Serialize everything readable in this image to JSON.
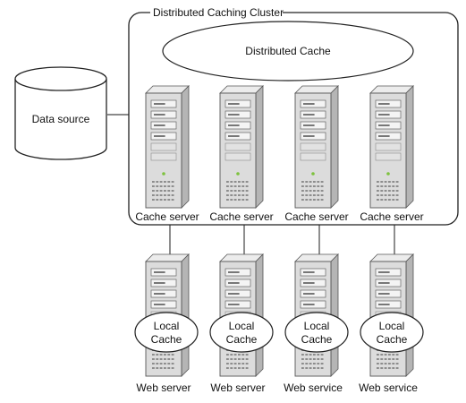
{
  "diagram": {
    "cluster_title": "Distributed Caching Cluster",
    "distributed_cache_label": "Distributed Cache",
    "data_source_label": "Data source",
    "cache_servers": [
      {
        "label": "Cache server"
      },
      {
        "label": "Cache server"
      },
      {
        "label": "Cache server"
      },
      {
        "label": "Cache server"
      }
    ],
    "web_nodes": [
      {
        "label": "Web server",
        "cache_line1": "Local",
        "cache_line2": "Cache"
      },
      {
        "label": "Web server",
        "cache_line1": "Local",
        "cache_line2": "Cache"
      },
      {
        "label": "Web service",
        "cache_line1": "Local",
        "cache_line2": "Cache"
      },
      {
        "label": "Web service",
        "cache_line1": "Local",
        "cache_line2": "Cache"
      }
    ]
  },
  "colors": {
    "server_front": "#dcdcdc",
    "server_side": "#b5b5b5",
    "server_top": "#ececec",
    "line": "#333333",
    "led": "#7ec23e"
  }
}
